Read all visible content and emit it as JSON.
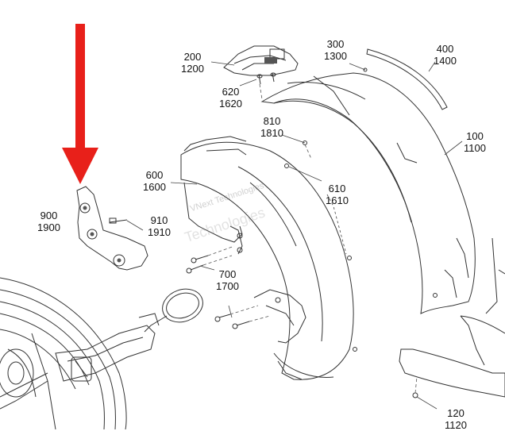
{
  "callouts": [
    {
      "id": "c200",
      "lines": [
        "200",
        "1200"
      ]
    },
    {
      "id": "c620",
      "lines": [
        "620",
        "1620"
      ]
    },
    {
      "id": "c300",
      "lines": [
        "300",
        "1300"
      ]
    },
    {
      "id": "c400",
      "lines": [
        "400",
        "1400"
      ]
    },
    {
      "id": "c810",
      "lines": [
        "810",
        "1810"
      ]
    },
    {
      "id": "c100",
      "lines": [
        "100",
        "1100"
      ]
    },
    {
      "id": "c600",
      "lines": [
        "600",
        "1600"
      ]
    },
    {
      "id": "c610",
      "lines": [
        "610",
        "1610"
      ]
    },
    {
      "id": "c900",
      "lines": [
        "900",
        "1900"
      ]
    },
    {
      "id": "c910",
      "lines": [
        "910",
        "1910"
      ]
    },
    {
      "id": "c700",
      "lines": [
        "700",
        "1700"
      ]
    },
    {
      "id": "c120",
      "lines": [
        "120",
        "1120"
      ]
    }
  ],
  "watermark": {
    "text_small": "VNext Technologies",
    "text_large": "Technologies"
  },
  "colors": {
    "line": "#333333",
    "arrow": "#e8201a",
    "fill_dark": "#555555"
  }
}
